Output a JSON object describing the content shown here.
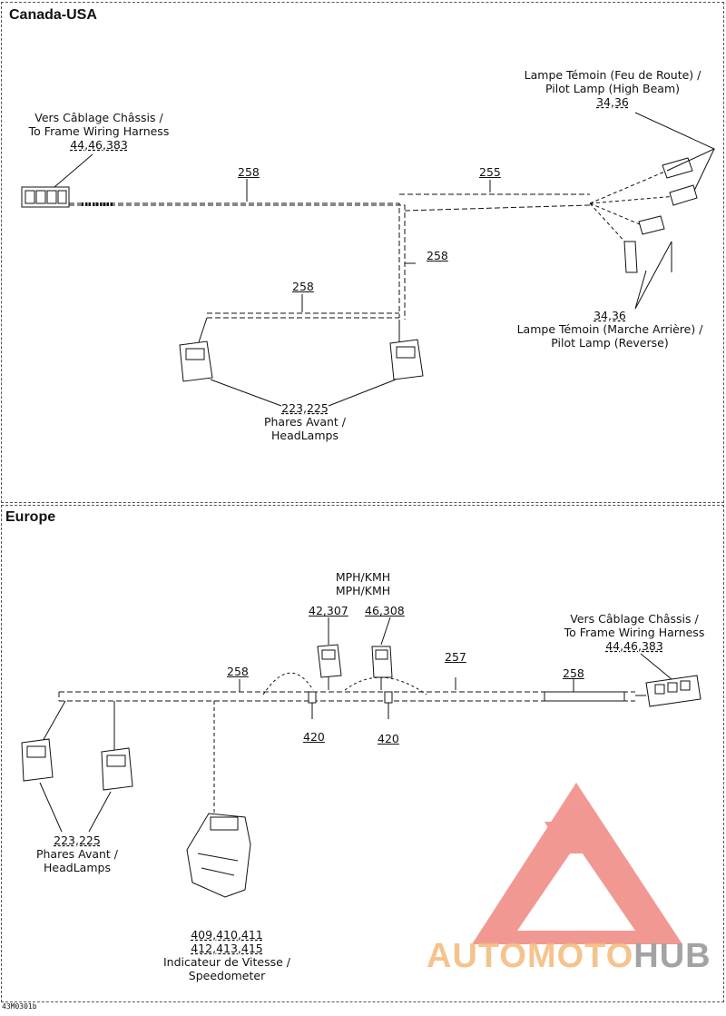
{
  "top": {
    "title": "Canada-USA",
    "frame_harness": {
      "fr": "Vers Câblage Châssis /",
      "en": "To Frame Wiring Harness",
      "ref": "44,46,383"
    },
    "high_beam": {
      "fr": "Lampe Témoin (Feu de Route) /",
      "en": "Pilot Lamp (High Beam)",
      "ref": "34,36"
    },
    "reverse": {
      "ref": "34,36",
      "fr": "Lampe Témoin (Marche Arrière) /",
      "en": "Pilot Lamp (Reverse)"
    },
    "headlamps": {
      "ref": "223,225",
      "fr": "Phares Avant /",
      "en": "HeadLamps"
    },
    "wire_a": "258",
    "wire_b": "255",
    "wire_c": "258",
    "wire_d": "258"
  },
  "bottom": {
    "title": "Europe",
    "mph_a": "MPH/KMH",
    "mph_b": "MPH/KMH",
    "sensor_a_ref": "42,307",
    "sensor_b_ref": "46,308",
    "frame_harness": {
      "fr": "Vers Câblage Châssis /",
      "en": "To Frame Wiring Harness",
      "ref": "44,46,383"
    },
    "wire_a": "258",
    "wire_b": "257",
    "wire_c": "258",
    "clip_a": "420",
    "clip_b": "420",
    "headlamps": {
      "ref": "223,225",
      "fr": "Phares Avant /",
      "en": "HeadLamps"
    },
    "speedo": {
      "ref1": "409,410,411",
      "ref2": "412,413,415",
      "fr": "Indicateur de Vitesse /",
      "en": "Speedometer"
    }
  },
  "watermark": {
    "part1": "AUTO",
    "part2": "MOTO",
    "part3": "HUB",
    "color_main": "#e8453c",
    "color_gray": "#a3a3a3"
  },
  "figure_code": "43M0301b"
}
